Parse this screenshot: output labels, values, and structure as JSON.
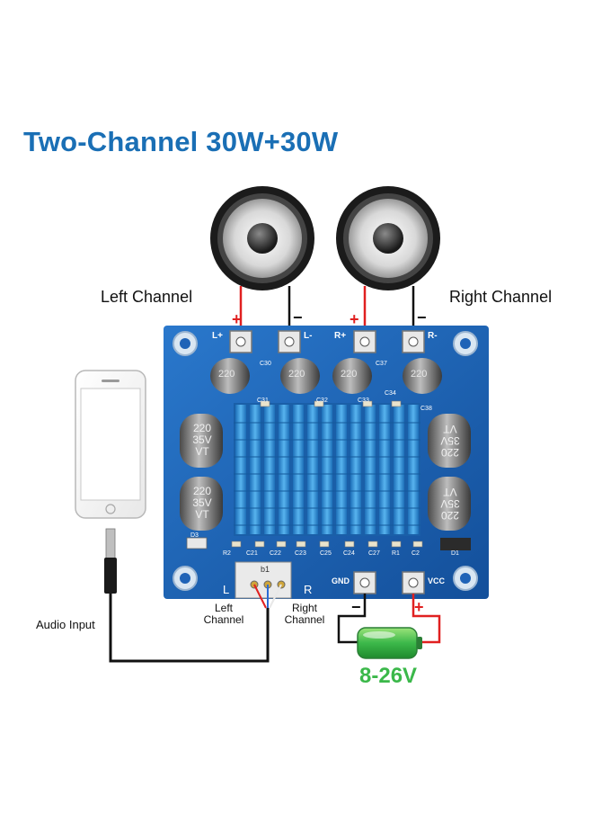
{
  "title": "Two-Channel 30W+30W",
  "labels": {
    "left_channel": "Left Channel",
    "right_channel": "Right Channel",
    "audio_input": "Audio Input",
    "input_left_line1": "Left",
    "input_left_line2": "Channel",
    "input_right_line1": "Right",
    "input_right_line2": "Channel",
    "voltage": "8-26V"
  },
  "board": {
    "terminals": [
      "L+",
      "L-",
      "R+",
      "R-"
    ],
    "power_terminals": [
      "GND",
      "VCC"
    ],
    "input_header": "b1",
    "input_L": "L",
    "input_R": "R",
    "cap_value_small": "220",
    "cap_value_large_a": "220",
    "cap_value_large_b": "35V",
    "cap_value_large_c": "VT",
    "components": [
      "C30",
      "C37",
      "C31",
      "C32",
      "C33",
      "C34",
      "C38",
      "C21",
      "C22",
      "C23",
      "C25",
      "C24",
      "C27",
      "R1",
      "C2",
      "R2",
      "D1",
      "D3"
    ]
  },
  "polarity": {
    "plus": "+",
    "minus": "−"
  },
  "colors": {
    "title": "#1a6fb5",
    "pcb": "#1f63b7",
    "heatsink": "#2f8fd6",
    "positive_wire": "#e02020",
    "negative_wire": "#111111",
    "battery": "#3bb84a"
  }
}
